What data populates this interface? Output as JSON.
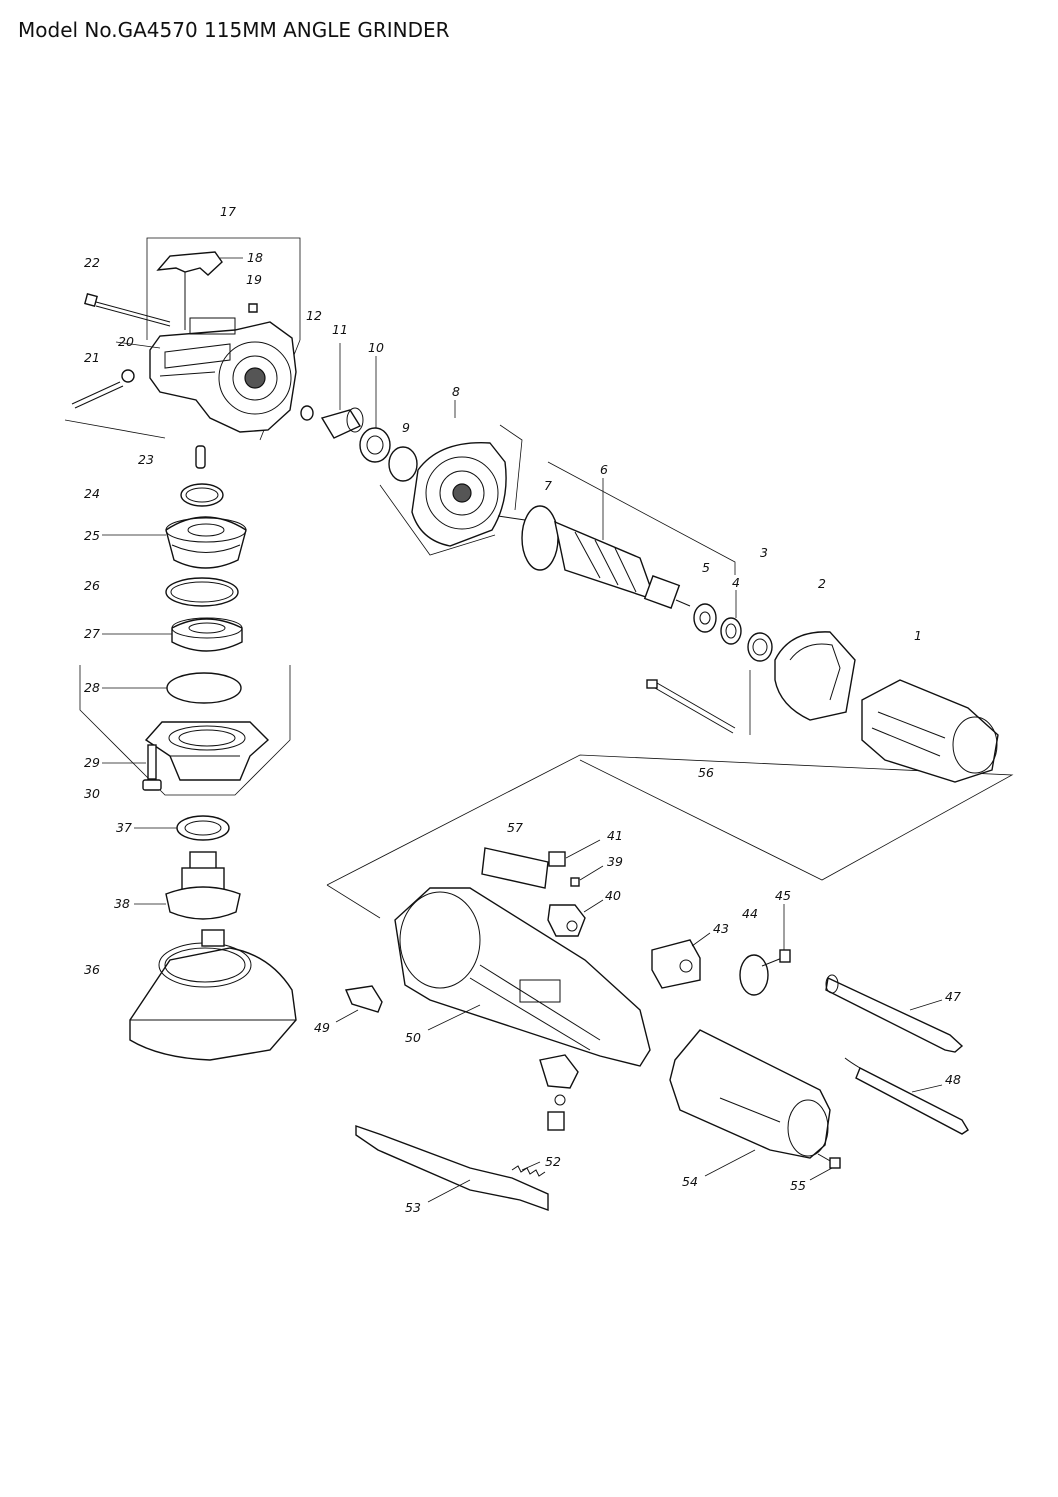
{
  "page": {
    "title": "Model No.GA4570 115MM ANGLE GRINDER"
  },
  "callouts": [
    {
      "num": "1"
    },
    {
      "num": "2"
    },
    {
      "num": "3"
    },
    {
      "num": "4"
    },
    {
      "num": "5"
    },
    {
      "num": "6"
    },
    {
      "num": "7"
    },
    {
      "num": "8"
    },
    {
      "num": "9"
    },
    {
      "num": "10"
    },
    {
      "num": "11"
    },
    {
      "num": "12"
    },
    {
      "num": "17"
    },
    {
      "num": "18"
    },
    {
      "num": "19"
    },
    {
      "num": "20"
    },
    {
      "num": "21"
    },
    {
      "num": "22"
    },
    {
      "num": "23"
    },
    {
      "num": "24"
    },
    {
      "num": "25"
    },
    {
      "num": "26"
    },
    {
      "num": "27"
    },
    {
      "num": "28"
    },
    {
      "num": "29"
    },
    {
      "num": "30"
    },
    {
      "num": "36"
    },
    {
      "num": "37"
    },
    {
      "num": "38"
    },
    {
      "num": "39"
    },
    {
      "num": "40"
    },
    {
      "num": "41"
    },
    {
      "num": "43"
    },
    {
      "num": "44"
    },
    {
      "num": "45"
    },
    {
      "num": "47"
    },
    {
      "num": "48"
    },
    {
      "num": "49"
    },
    {
      "num": "50"
    },
    {
      "num": "52"
    },
    {
      "num": "53"
    },
    {
      "num": "54"
    },
    {
      "num": "55"
    },
    {
      "num": "56"
    },
    {
      "num": "57"
    }
  ]
}
